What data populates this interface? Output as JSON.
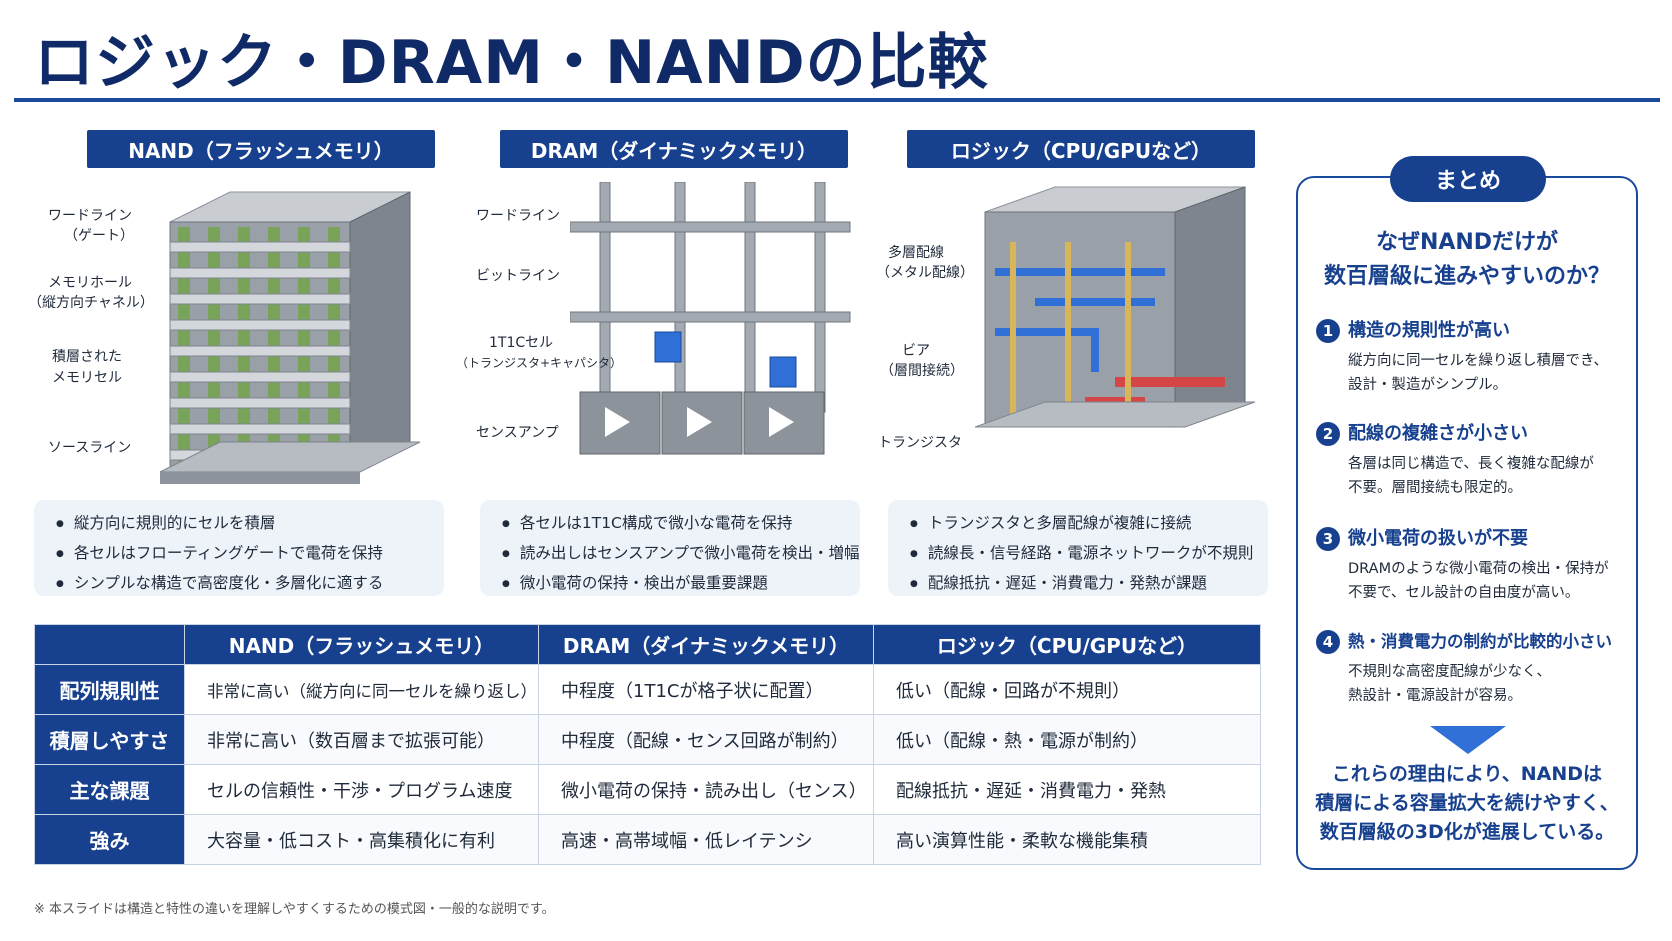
{
  "title": "ロジック・DRAM・NANDの比較",
  "columns": [
    {
      "header": "NAND（フラッシュメモリ）",
      "callouts": [
        "ワードライン",
        "（ゲート）",
        "メモリホール",
        "（縦方向チャネル）",
        "積層された",
        "メモリセル",
        "ソースライン"
      ],
      "bullets": [
        "縦方向に規則的にセルを積層",
        "各セルはフローティングゲートで電荷を保持",
        "シンプルな構造で高密度化・多層化に適する"
      ]
    },
    {
      "header": "DRAM（ダイナミックメモリ）",
      "callouts": [
        "ワードライン",
        "ビットライン",
        "1T1Cセル",
        "（トランジスタ+キャパシタ）",
        "センスアンプ"
      ],
      "bullets": [
        "各セルは1T1C構成で微小な電荷を保持",
        "読み出しはセンスアンプで微小電荷を検出・増幅",
        "微小電荷の保持・検出が最重要課題"
      ]
    },
    {
      "header": "ロジック（CPU/GPUなど）",
      "callouts": [
        "多層配線",
        "（メタル配線）",
        "ビア",
        "（層間接続）",
        "トランジスタ"
      ],
      "bullets": [
        "トランジスタと多層配線が複雑に接続",
        "読線長・信号経路・電源ネットワークが不規則",
        "配線抵抗・遅延・消費電力・発熱が課題"
      ]
    }
  ],
  "table": {
    "headers": [
      "NAND（フラッシュメモリ）",
      "DRAM（ダイナミックメモリ）",
      "ロジック（CPU/GPUなど）"
    ],
    "rows": [
      {
        "label": "配列規則性",
        "cells": [
          "非常に高い（縦方向に同一セルを繰り返し）",
          "中程度（1T1Cが格子状に配置）",
          "低い（配線・回路が不規則）"
        ]
      },
      {
        "label": "積層しやすさ",
        "cells": [
          "非常に高い（数百層まで拡張可能）",
          "中程度（配線・センス回路が制約）",
          "低い（配線・熱・電源が制約）"
        ]
      },
      {
        "label": "主な課題",
        "cells": [
          "セルの信頼性・干渉・プログラム速度",
          "微小電荷の保持・読み出し（センス）",
          "配線抵抗・遅延・消費電力・発熱"
        ]
      },
      {
        "label": "強み",
        "cells": [
          "大容量・低コスト・高集積化に有利",
          "高速・高帯域幅・低レイテンシ",
          "高い演算性能・柔軟な機能集積"
        ]
      }
    ]
  },
  "footnote": "※ 本スライドは構造と特性の違いを理解しやすくするための模式図・一般的な説明です。",
  "summary": {
    "tab": "まとめ",
    "question": [
      "なぜNANDだけが",
      "数百層級に進みやすいのか？"
    ],
    "points": [
      {
        "num": "1",
        "title": "構造の規則性が高い",
        "body": [
          "縦方向に同一セルを繰り返し積層でき、",
          "設計・製造がシンプル。"
        ]
      },
      {
        "num": "2",
        "title": "配線の複雑さが小さい",
        "body": [
          "各層は同じ構造で、長く複雑な配線が",
          "不要。層間接続も限定的。"
        ]
      },
      {
        "num": "3",
        "title": "微小電荷の扱いが不要",
        "body": [
          "DRAMのような微小電荷の検出・保持が",
          "不要で、セル設計の自由度が高い。"
        ]
      },
      {
        "num": "4",
        "title": "熱・消費電力の制約が比較的小さい",
        "body": [
          "不規則な高密度配線が少なく、",
          "熱設計・電源設計が容易。"
        ]
      }
    ],
    "conclusion": [
      "これらの理由により、NANDは",
      "積層による容量拡大を続けやすく、",
      "数百層級の3D化が進展している。"
    ]
  },
  "colors": {
    "navy": "#17408e",
    "accent_blue": "#2f6fd6",
    "green": "#7aa35a",
    "red": "#d64545",
    "gold": "#d9b55a"
  }
}
